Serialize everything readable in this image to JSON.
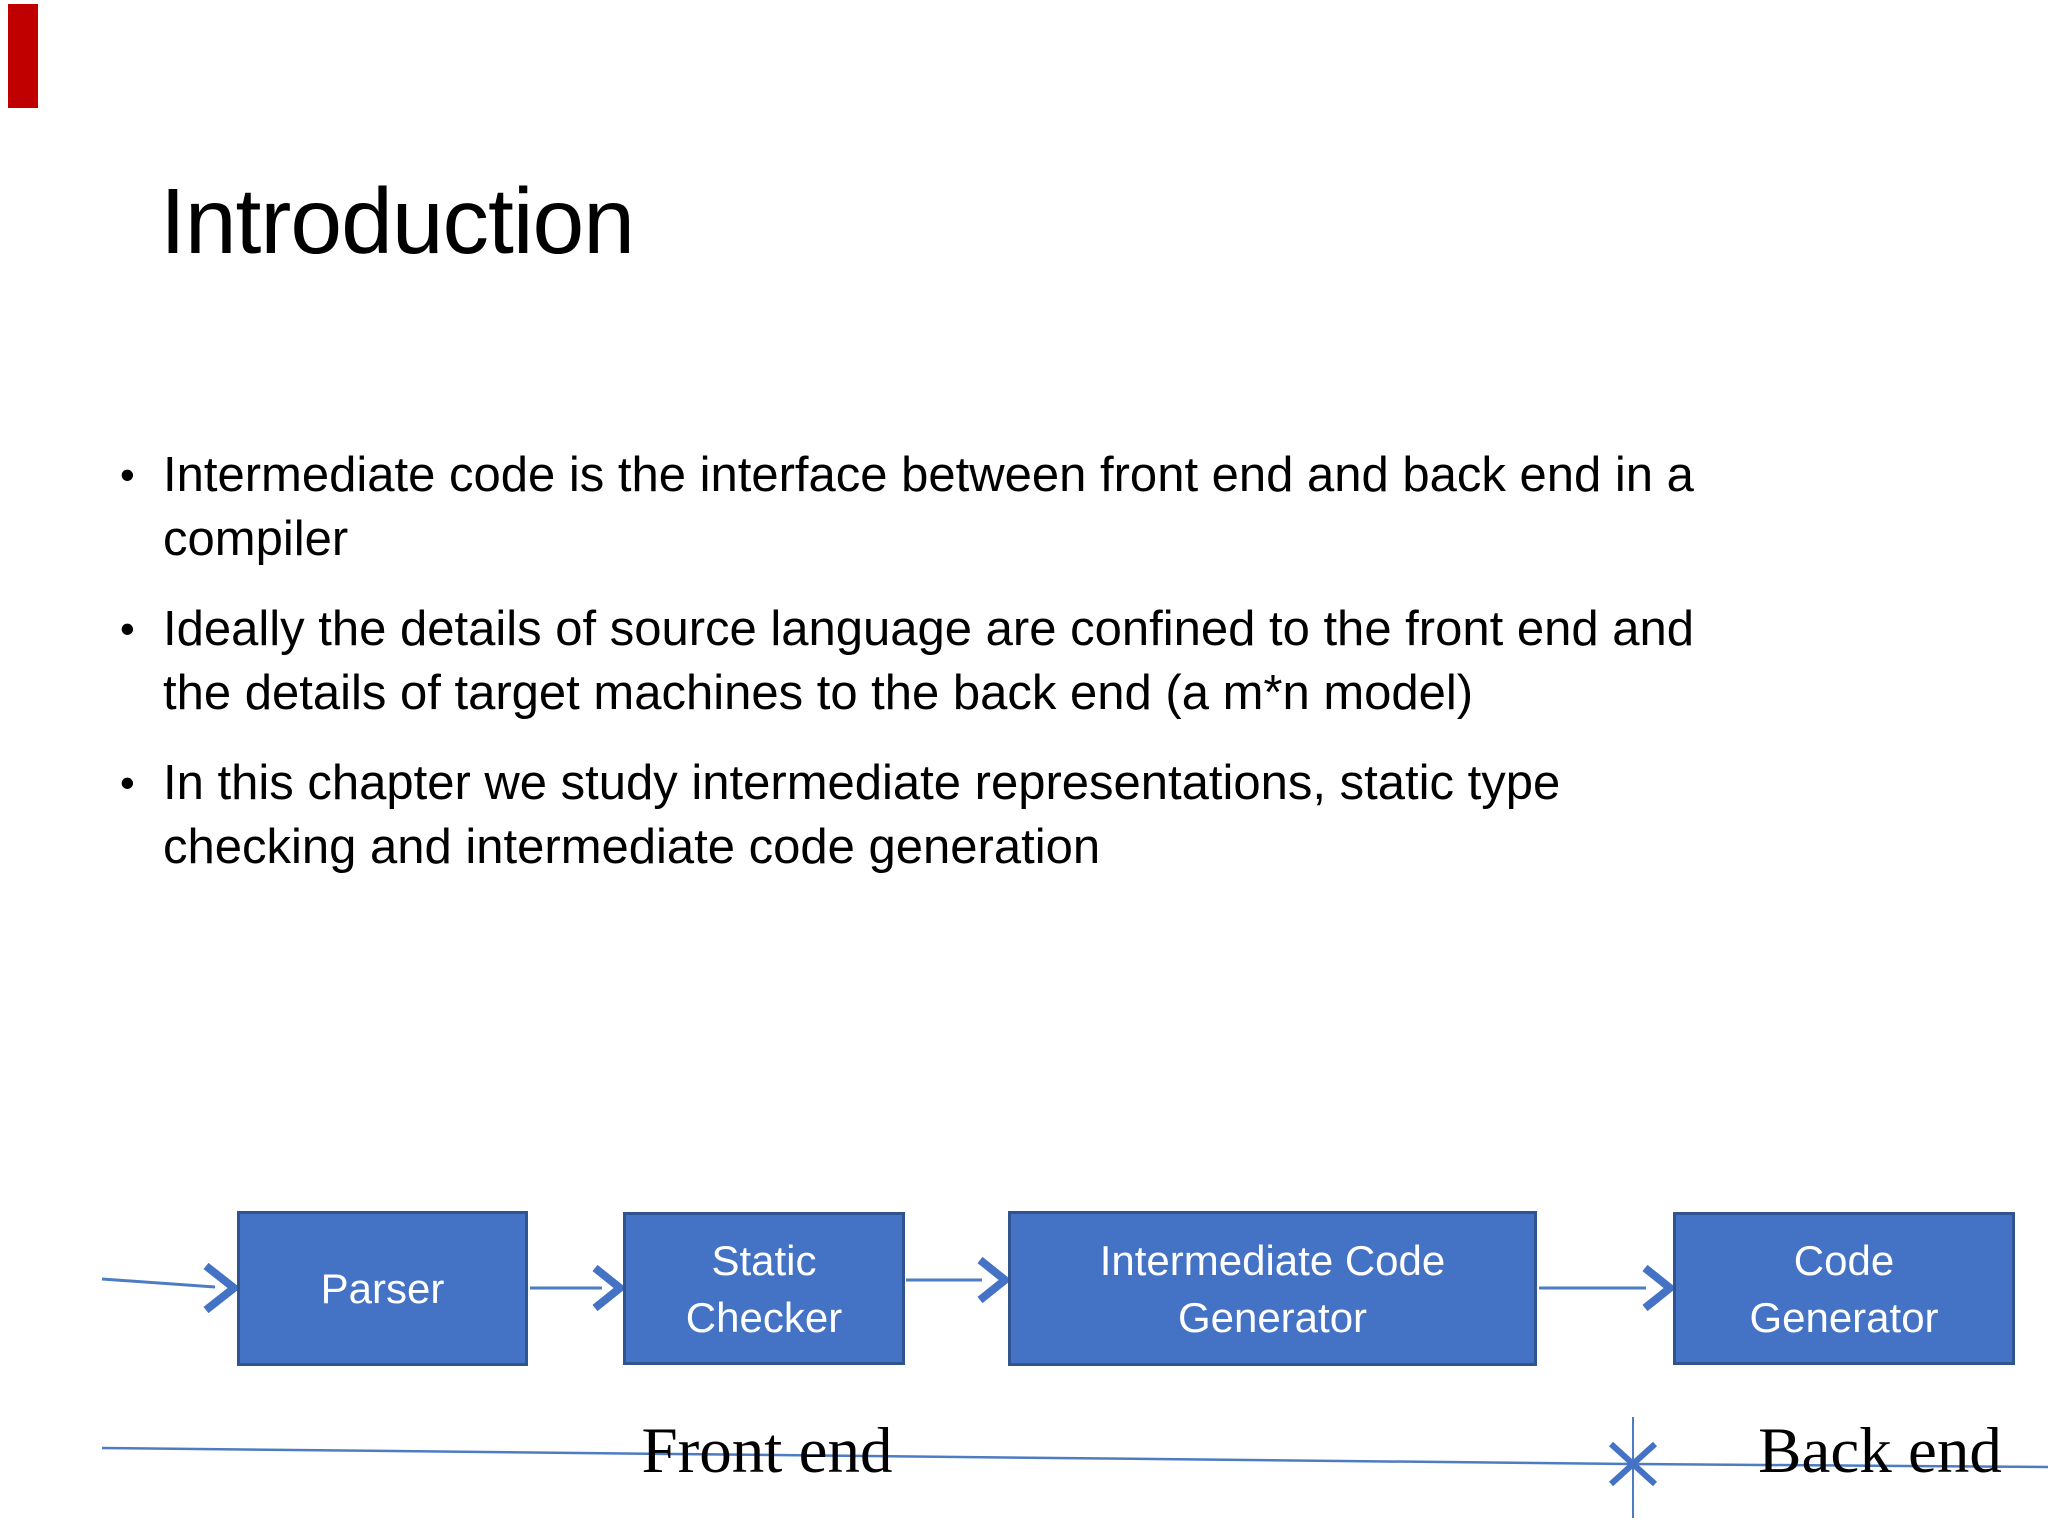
{
  "slide": {
    "title": "Introduction",
    "bullet_glyph": "•",
    "bullets": [
      "Intermediate code is the interface between front end and back end in a\ncompiler",
      "Ideally the details of source language are confined to the front end and\nthe details of target machines to the back end (a m*n model)",
      "In this chapter we study intermediate representations, static type\nchecking and intermediate code generation"
    ],
    "diagram": {
      "boxes": [
        {
          "id": "parser",
          "label": "Parser"
        },
        {
          "id": "static-checker",
          "label": "Static\nChecker"
        },
        {
          "id": "intermediate-code-generator",
          "label": "Intermediate Code\nGenerator"
        },
        {
          "id": "code-generator",
          "label": "Code\nGenerator"
        }
      ],
      "region_labels": [
        {
          "id": "front-end",
          "label": "Front end"
        },
        {
          "id": "back-end",
          "label": "Back end"
        }
      ],
      "colors": {
        "box_fill": "#4472C4",
        "box_border": "#2F5490",
        "connector_line": "#4E7CC2",
        "arrowhead": "#4472C4",
        "box_text": "#FFFFFF",
        "region_label_text": "#000000",
        "accent_marker": "#C00000"
      }
    }
  }
}
